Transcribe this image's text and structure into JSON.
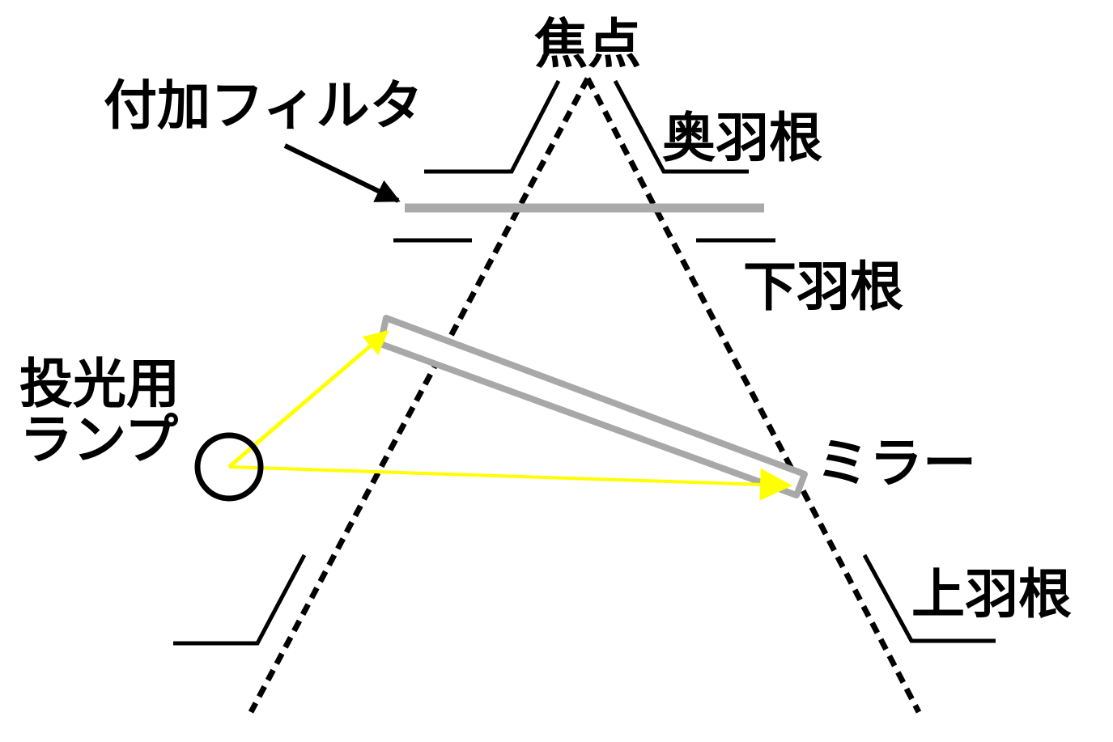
{
  "labels": {
    "focal_point": "焦点",
    "added_filter": "付加フィルタ",
    "back_blade": "奥羽根",
    "lower_blade": "下羽根",
    "upper_blade": "上羽根",
    "mirror": "ミラー",
    "lamp_line1": "投光用",
    "lamp_line2": "ランプ"
  },
  "colors": {
    "ink": "#000000",
    "filter": "#aaaaaa",
    "mirror_outline": "#a8a8a8",
    "light_beam": "#ffff00",
    "background": "#ffffff"
  }
}
